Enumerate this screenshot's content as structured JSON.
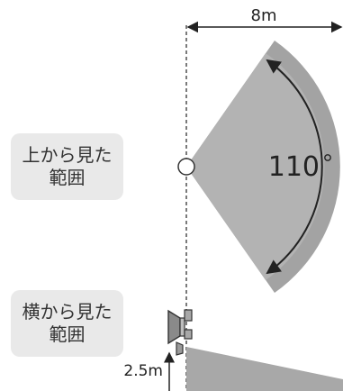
{
  "labels": {
    "top_view": {
      "line1": "上から見た",
      "line2": "範囲"
    },
    "side_view": {
      "line1": "横から見た",
      "line2": "範囲"
    }
  },
  "dimensions": {
    "range": "8m",
    "angle": "110",
    "height": "2.5m"
  },
  "colors": {
    "sector_fill": "#b3b3b3",
    "ring_fill": "#a3a3a3",
    "line": "#222222",
    "label_bg": "#e9e9e9"
  }
}
